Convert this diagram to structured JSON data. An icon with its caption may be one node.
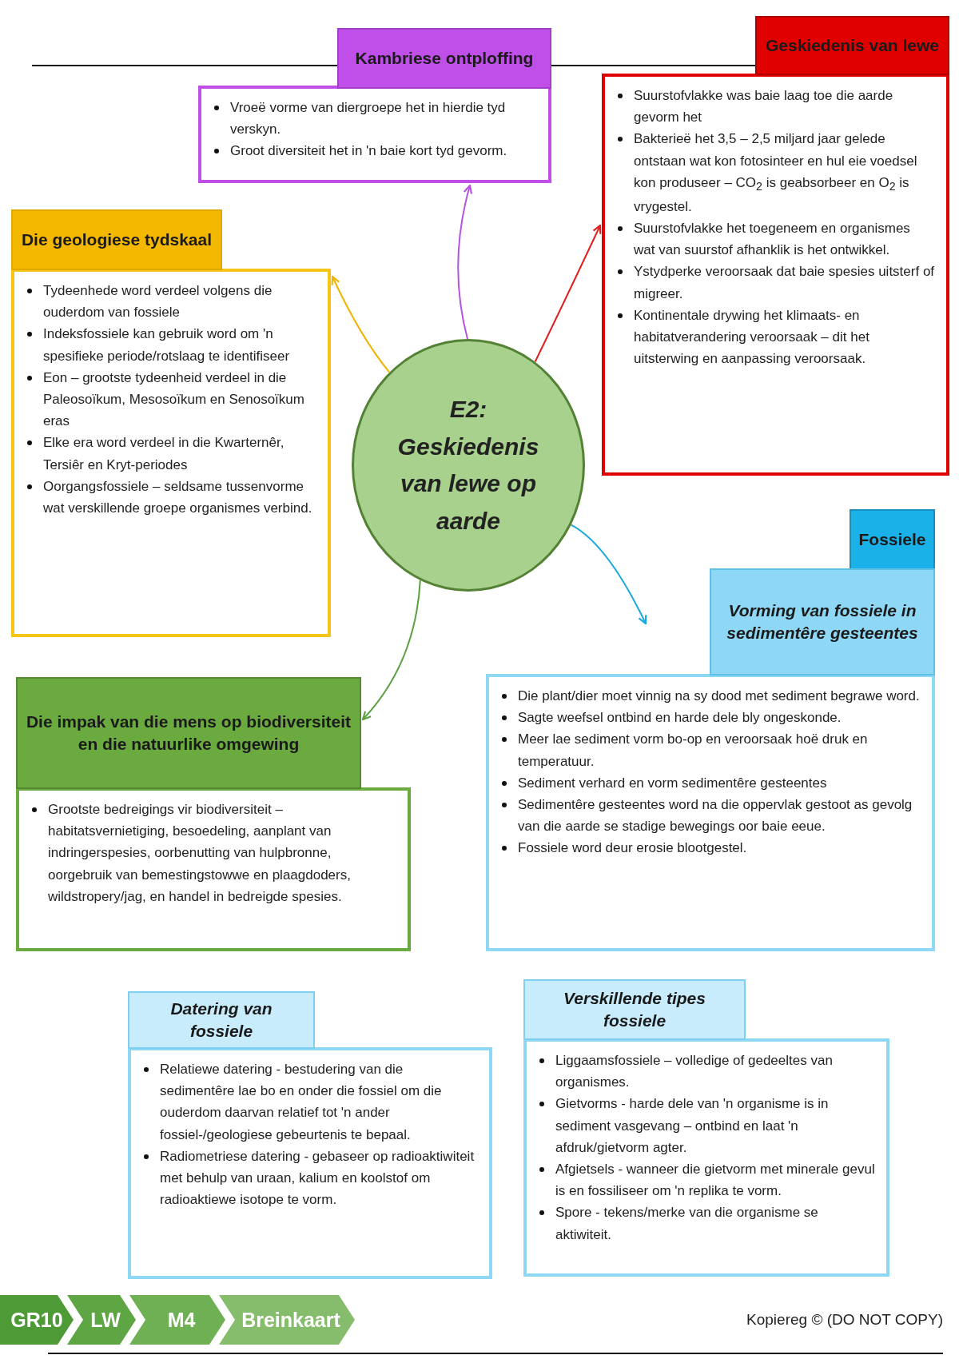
{
  "diagram": {
    "nodes": [
      {
        "text": [
          "E2:  Geskiedenis van lewe op aarde"
        ]
      },
      {
        "text": [
          "Kambriese ontploffing",
          "Vroeë vorme van diergroepe het in hierdie tyd verskyn.",
          "Groot diversiteit het in 'n baie kort tyd gevorm."
        ]
      },
      {
        "text": [
          "Geskiedenis van lewe",
          "Suurstofvlakke was baie laag toe die aarde gevorm het",
          "Bakterieë het 3,5 – 2,5 miljard jaar gelede ontstaan wat kon fotosinteer en hul eie voedsel kon produseer – CO$_{2}$ is geabsorbeer en O$_{2}$ is vrygestel.",
          "Suurstofvlakke het toegeneem en organismes wat van suurstof afhanklik is het ontwikkel.",
          "Ystydperke veroorsaak dat baie spesies uitsterf of migreer.",
          "Kontinentale drywing het klimaats- en habitatverandering veroorsaak – dit het uitsterwing en aanpassing veroorsaak."
        ]
      },
      {
        "text": [
          "Die geologiese tydskaal",
          "Tydeenhede word verdeel volgens die ouderdom van fossiele",
          "Indeksfossiele kan gebruik word om 'n spesifieke periode/rotslaag te identifiseer",
          "Eon – grootste tydeenheid verdeel in die Paleosoïkum, Mesosoïkum en Senosoïkum eras",
          "Elke era word verdeel in die Kwarternêr, Tersiêr en Kryt-periodes",
          "Oorgangsfossiele – seldsame tussenvorme wat verskillende groepe organismes verbind."
        ]
      },
      {
        "text": [
          "Fossiele",
          "Vorming van fossiele in sedimentêre gesteentes",
          "Die plant/dier moet vinnig na sy dood met sediment begrawe word.",
          "Sagte weefsel ontbind en harde dele bly ongeskonde.",
          "Meer lae sediment vorm bo-op en veroorsaak hoë druk en temperatuur.",
          "Sediment verhard en vorm sedimentêre gesteentes",
          "Sedimentêre gesteentes word na die oppervlak gestoot as gevolg van die aarde se stadige bewegings oor baie eeue.",
          "Fossiele word deur erosie blootgestel."
        ]
      },
      {
        "text": [
          "Die impak van die mens op biodiversiteit en die natuurlike omgewing",
          "Grootste bedreigings vir biodiversiteit – habitatsvernietiging, besoedeling, aanplant van indringerspesies, oorbenutting van hulpbronne, oorgebruik van bemestingstowwe en plaagdoders, wildstropery/jag, en handel in bedreigde spesies."
        ]
      },
      {
        "text": [
          "Datering van fossiele",
          "Relatiewe datering - bestudering van die sedimentêre lae bo en onder die fossiel om die ouderdom daarvan relatief tot 'n ander fossiel-/geologiese gebeurtenis te bepaal.",
          "Radiometriese datering - gebaseer op radioaktiwiteit met behulp van uraan, kalium en koolstof om radioaktiewe isotope te vorm."
        ]
      },
      {
        "text": [
          "Verskillende tipes fossiele",
          "Liggaamsfossiele – volledige of gedeeltes van organismes.",
          "Gietvorms - harde dele van 'n organisme is in sediment vasgevang – ontbind en laat 'n afdruk/gietvorm agter.",
          "Afgietsels - wanneer die gietvorm met minerale gevul is en fossiliseer om 'n replika te vorm.",
          "Spore - tekens/merke van die organisme se aktiwiteit."
        ]
      }
    ],
    "edges": [
      {
        "from": 0,
        "to": 1,
        "arrow": "to",
        "color": "#b455e0"
      },
      {
        "from": 0,
        "to": 2,
        "arrow": "to",
        "color": "#e02020"
      },
      {
        "from": 0,
        "to": 3,
        "arrow": "to",
        "color": "#f0b400"
      },
      {
        "from": 0,
        "to": 4,
        "arrow": "to",
        "color": "#1aa8e0"
      },
      {
        "from": 0,
        "to": 5,
        "arrow": "to",
        "color": "#5aa040"
      }
    ],
    "labels": [
      "GR10",
      "LW",
      "M4",
      "Breinkaart",
      "Kopiereg © (DO NOT COPY)"
    ]
  }
}
